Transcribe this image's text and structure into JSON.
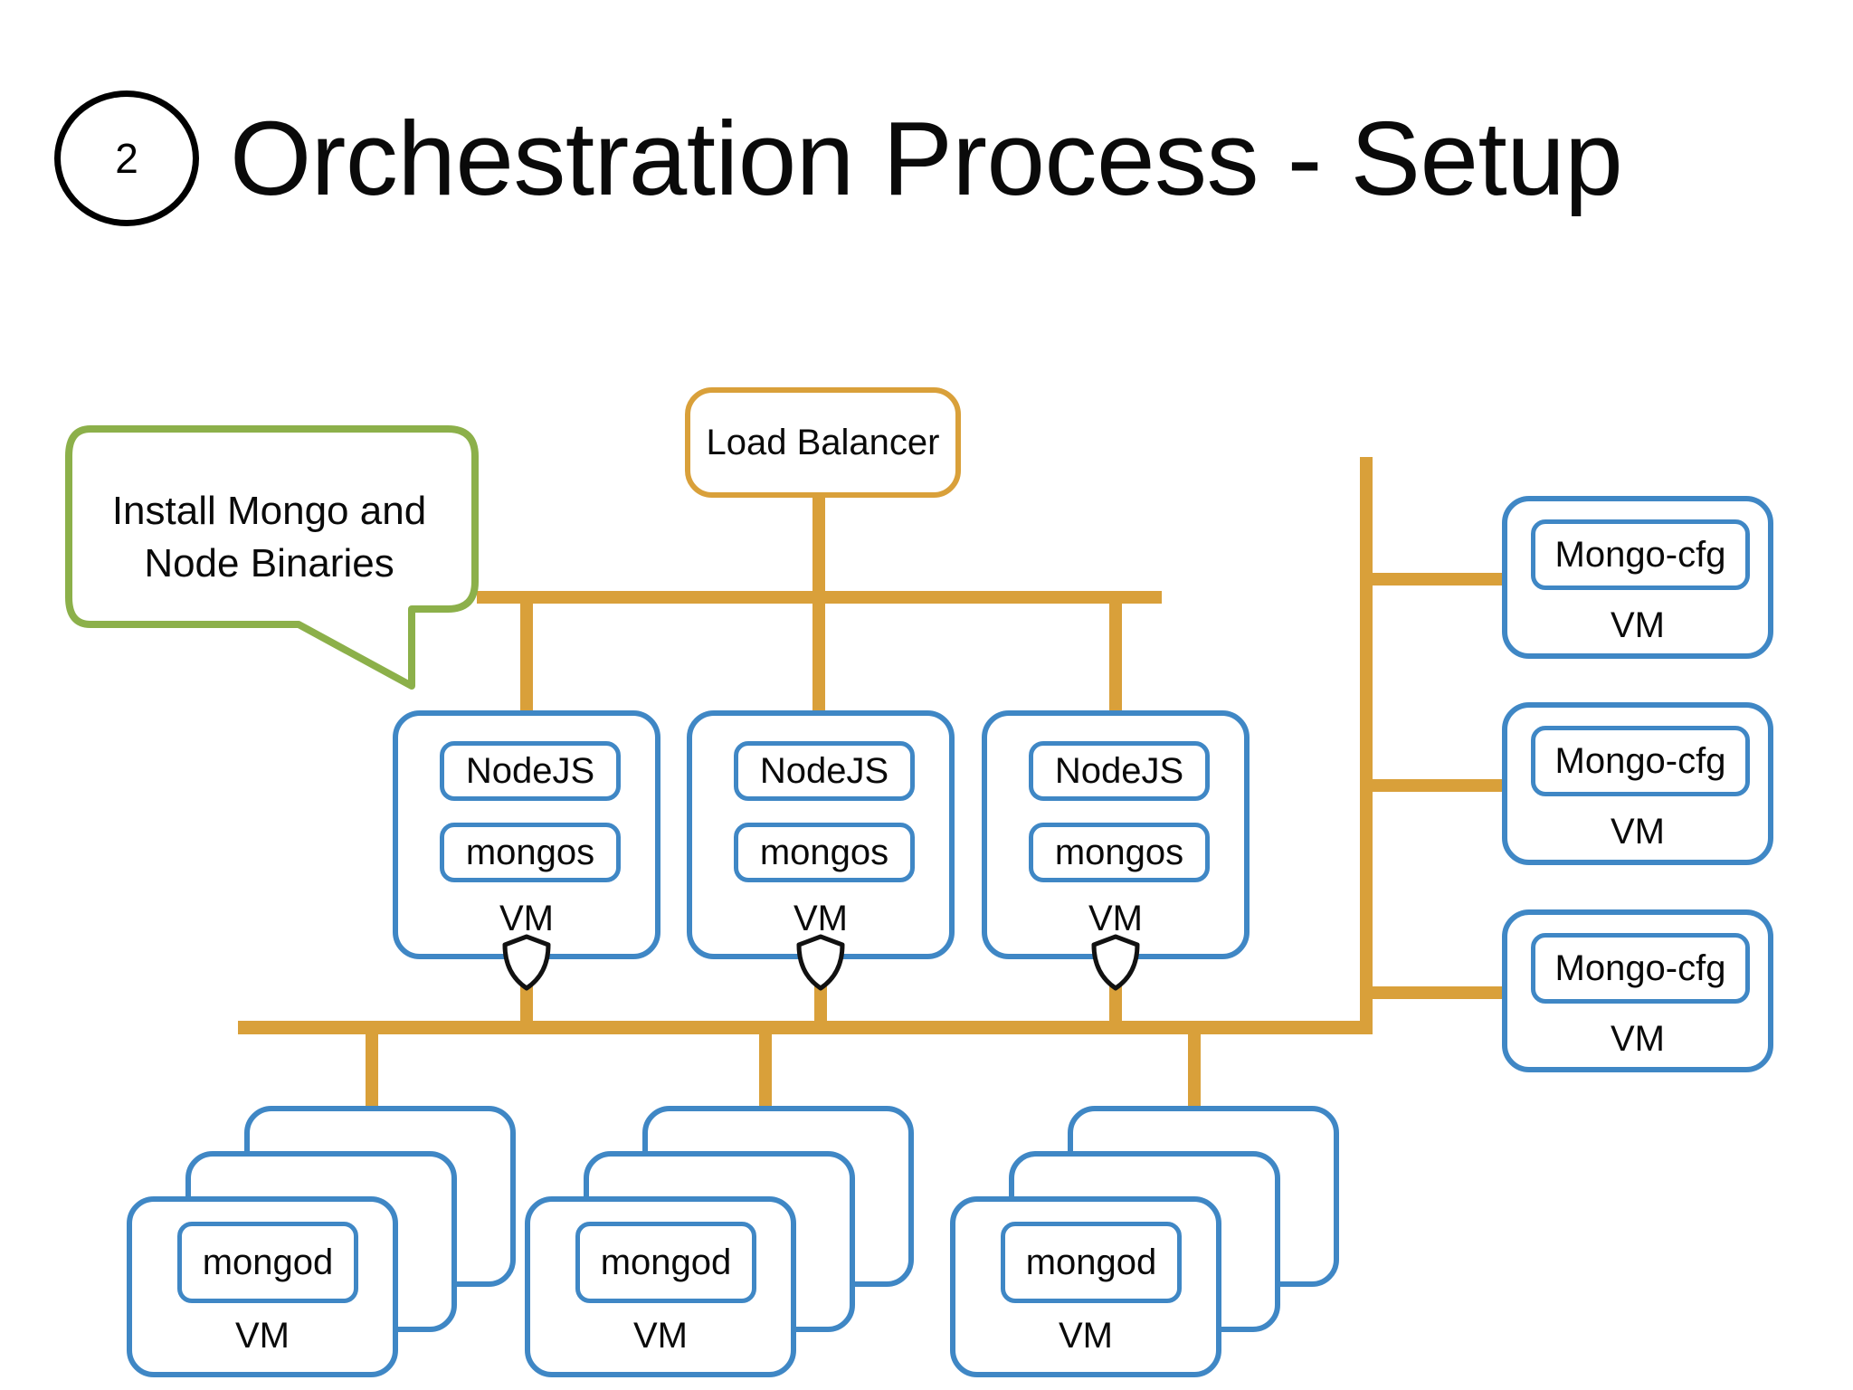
{
  "slide": {
    "step_number": "2",
    "title": "Orchestration Process - Setup",
    "background_color": "#ffffff"
  },
  "colors": {
    "connector_orange": "#d9a03a",
    "box_blue": "#3f87c5",
    "callout_green": "#8cb04a",
    "text_black": "#0a0a0a"
  },
  "callout": {
    "line1": "Install Mongo and",
    "line2": "Node Binaries",
    "border_color": "#8cb04a"
  },
  "load_balancer": {
    "label": "Load Balancer",
    "border_color": "#d9a03a"
  },
  "app_tier": {
    "vm_label": "VM",
    "nodes": [
      {
        "service_top": "NodeJS",
        "service_bottom": "mongos",
        "vm_label": "VM"
      },
      {
        "service_top": "NodeJS",
        "service_bottom": "mongos",
        "vm_label": "VM"
      },
      {
        "service_top": "NodeJS",
        "service_bottom": "mongos",
        "vm_label": "VM"
      }
    ]
  },
  "config_tier": {
    "nodes": [
      {
        "service": "Mongo-cfg",
        "vm_label": "VM"
      },
      {
        "service": "Mongo-cfg",
        "vm_label": "VM"
      },
      {
        "service": "Mongo-cfg",
        "vm_label": "VM"
      }
    ]
  },
  "shard_tier": {
    "groups": [
      {
        "service": "mongod",
        "vm_label": "VM",
        "replica_count": 3
      },
      {
        "service": "mongod",
        "vm_label": "VM",
        "replica_count": 3
      },
      {
        "service": "mongod",
        "vm_label": "VM",
        "replica_count": 3
      }
    ]
  },
  "icons": {
    "shield": "shield-icon",
    "shield_count": 3
  }
}
